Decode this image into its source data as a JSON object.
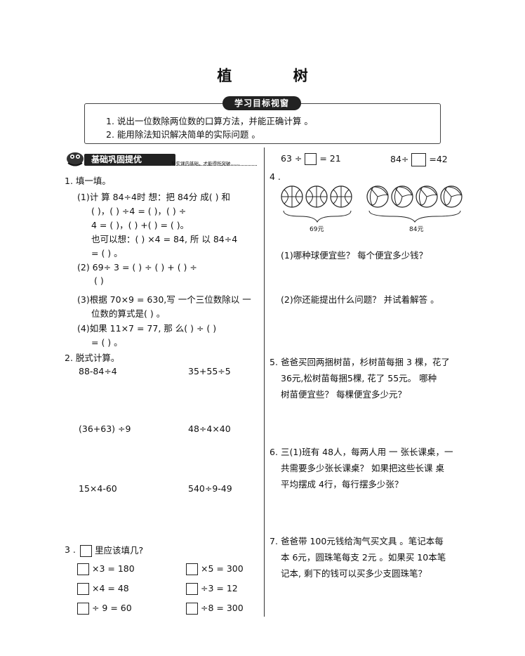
{
  "title": "植  树",
  "goals": {
    "header": "学习目标视窗",
    "items": [
      "1.  说出一位数除两位数的口算方法，并能正确计算 。",
      "2.  能用除法知识解决简单的实际问题 。"
    ]
  },
  "section": {
    "header": "基础巩固提优",
    "sub": "努实课内基础，才能得所突破……"
  },
  "left": {
    "q1_title": "1.  填一填。",
    "q1_1": [
      "(1)计 算 84÷4时 想：把 84分 成(        ) 和",
      "(        )，(        ) ÷4 = (        )，(        ) ÷",
      "4 = (        )，(        ) +(        ) = (        )。",
      "也可以想：(        ) ×4 = 84, 所 以 84÷4",
      "= (        ) 。"
    ],
    "q1_2": [
      "(2)  69÷ 3 = (        ) ÷ (        ) + (        ) ÷",
      "(        )"
    ],
    "q1_3": [
      "(3)根据 70×9 = 630,写 一个三位数除以 一",
      "位数的算式是(        ) 。"
    ],
    "q1_4": [
      "(4)如果 11×7 = 77, 那 么(        ) ÷ (        )",
      "= (        ) 。"
    ],
    "q2_title": "2.  脱式计算。",
    "calc": [
      "88-84÷4",
      "35+55÷5",
      "(36+63) ÷9",
      "48÷4×40",
      "15×4-60",
      "540÷9-49"
    ],
    "q3_title": "里应该填几?",
    "q3_num": "3 .",
    "q3_items": [
      "×3 = 180",
      "×5 = 300",
      "×4 = 48",
      "÷3 = 12",
      "÷ 9 = 60",
      "÷8 = 300"
    ]
  },
  "right": {
    "top_eq1_a": "63 ÷",
    "top_eq1_b": "= 21",
    "top_eq2_a": "84÷",
    "top_eq2_b": "=42",
    "q4_num": "4 .",
    "price1": "69元",
    "price2": "84元",
    "q4_1": "(1)哪种球便宜些？ 每个便宜多少钱？",
    "q4_2": "(2)你还能提出什么问题？ 并试着解答 。",
    "q5_num": "5.",
    "q5_lines": [
      "爸爸买回两捆树苗，杉树苗每捆 3 棵，花了",
      "36元,松树苗每捆5棵, 花了 55元。  哪种",
      "树苗便宜些？  每棵便宜多少元？"
    ],
    "q6_num": "6.",
    "q6_lines": [
      "三(1)班有 48人，每两人用 一 张长课桌，一",
      "共需要多少张长课桌？  如果把这些长课 桌",
      "平均摆成 4行，每行摆多少张？"
    ],
    "q7_num": "7.",
    "q7_lines": [
      "爸爸带 100元钱给淘气买文具 。笔记本每",
      "本 6元，圆珠笔每支 2元 。如果买 10本笔",
      "记本, 剩下的钱可以买多少支圆珠笔？"
    ]
  }
}
